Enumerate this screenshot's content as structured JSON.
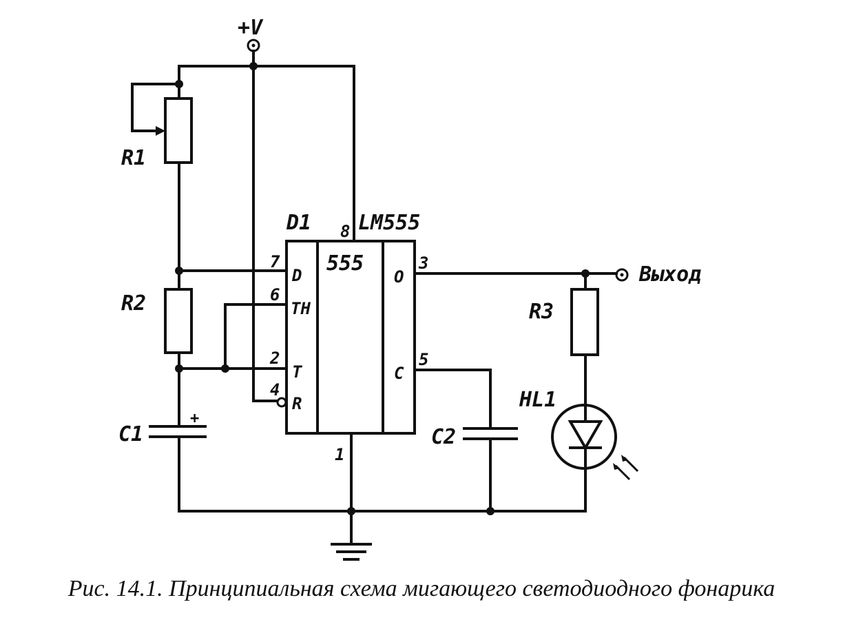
{
  "labels": {
    "supply": "+V",
    "r1": "R1",
    "r2": "R2",
    "r3": "R3",
    "c1": "C1",
    "c1_polarity": "+",
    "c2": "C2",
    "hl1": "HL1",
    "d1": "D1",
    "lm555": "LM555",
    "chip_center": "555",
    "output": "Выход"
  },
  "pins": {
    "p8": "8",
    "p7": "7",
    "p6": "6",
    "p2": "2",
    "p4": "4",
    "p3": "3",
    "p5": "5",
    "p1": "1",
    "d": "D",
    "th": "TH",
    "t": "T",
    "r": "R",
    "o": "O",
    "c": "C"
  },
  "caption": "Рис. 14.1. Принципиальная схема мигающего светодиодного фонарика"
}
